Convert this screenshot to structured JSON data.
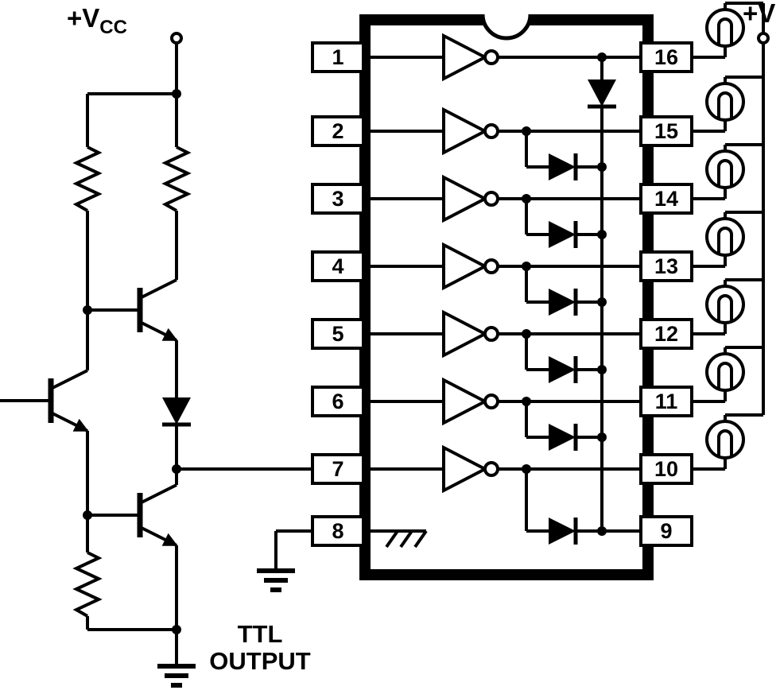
{
  "labels": {
    "vcc_main": "+V",
    "vcc_sub": "CC",
    "supply_right": "+V",
    "ttl_output_line1": "TTL",
    "ttl_output_line2": "OUTPUT"
  },
  "ic": {
    "left_pins": [
      "1",
      "2",
      "3",
      "4",
      "5",
      "6",
      "7",
      "8"
    ],
    "right_pins": [
      "16",
      "15",
      "14",
      "13",
      "12",
      "11",
      "10",
      "9"
    ]
  },
  "colors": {
    "ink": "#000000",
    "background": "#ffffff"
  }
}
